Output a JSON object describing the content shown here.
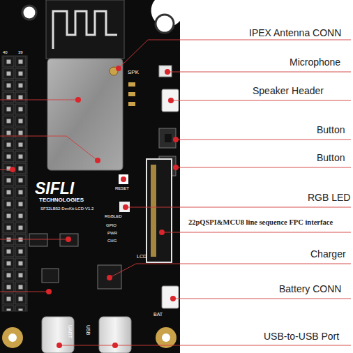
{
  "diagram": {
    "labels": [
      "IPEX Antenna CONN",
      "Microphone",
      "Speaker Header",
      "Button",
      "Button",
      "RGB LED",
      "22pQSPI&MCU8 line sequence FPC interface",
      "Charger",
      "Battery CONN",
      "USB-to-USB Port",
      "SIFLI",
      "TECHNOLOGIES",
      "SF32LB52-DevKit-LCD-V1.2",
      "SPK",
      "RESET",
      "RGBLED",
      "GPIO",
      "PWR",
      "CHG",
      "LCD",
      "UART",
      "USB",
      "BAT",
      "40",
      "39"
    ]
  }
}
